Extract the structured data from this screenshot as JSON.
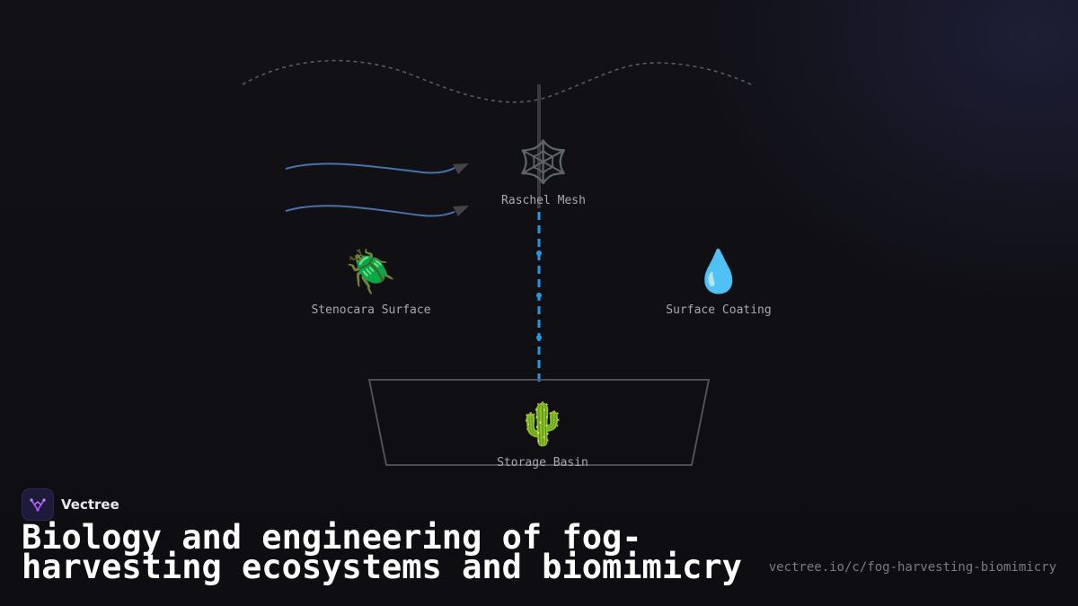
{
  "diagram": {
    "nodes": [
      {
        "id": "raschel",
        "emoji": "🕸️",
        "label": "Raschel Mesh"
      },
      {
        "id": "stenocara",
        "emoji": "🪲",
        "label": "Stenocara Surface"
      },
      {
        "id": "coating",
        "emoji": "💧",
        "label": "Surface Coating"
      },
      {
        "id": "basin",
        "emoji": "🌵",
        "label": "Storage Basin"
      }
    ]
  },
  "brand": {
    "name": "Vectree"
  },
  "title": "Biology and engineering of fog-harvesting ecosystems and biomimicry",
  "url": "vectree.io/c/fog-harvesting-biomimicry",
  "colors": {
    "flow": "#1e9be8",
    "wind": "#4a72a8",
    "accent": "#a855f7"
  }
}
